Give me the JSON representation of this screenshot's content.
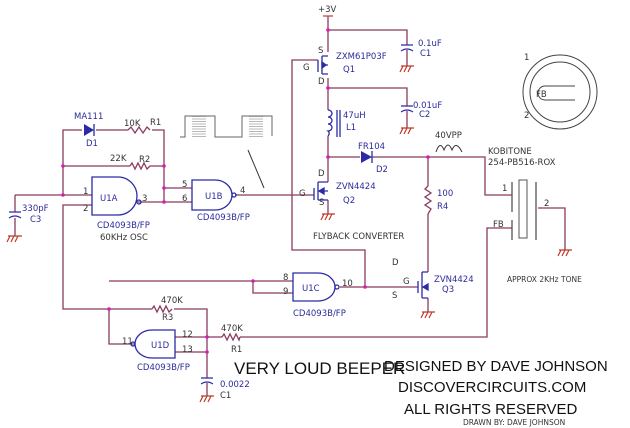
{
  "title": "VERY LOUD BEEPER",
  "credits": {
    "designed_by": "DESIGNED BY DAVE JOHNSON",
    "site": "DISCOVERCIRCUITS.COM",
    "rights": "ALL RIGHTS RESERVED",
    "drawn_by": "DRAWN BY: DAVE JOHNSON"
  },
  "supply": "+3V",
  "components": {
    "d1": {
      "ref": "D1",
      "value": "MA111"
    },
    "r1_osc": {
      "ref": "R1",
      "value": "10K"
    },
    "r2": {
      "ref": "R2",
      "value": "22K"
    },
    "c3": {
      "ref": "C3",
      "value": "330pF"
    },
    "u1a": {
      "ref": "U1A",
      "part": "CD4093B/FP",
      "note": "60KHz OSC",
      "pins": [
        "1",
        "2",
        "3"
      ]
    },
    "u1b": {
      "ref": "U1B",
      "part": "CD4093B/FP",
      "pins": [
        "5",
        "6",
        "4"
      ]
    },
    "u1c": {
      "ref": "U1C",
      "part": "CD4093B/FP",
      "pins": [
        "8",
        "9",
        "10"
      ]
    },
    "u1d": {
      "ref": "U1D",
      "part": "CD4093B/FP",
      "pins": [
        "11",
        "12",
        "13"
      ]
    },
    "q1": {
      "ref": "Q1",
      "part": "ZXM61P03F",
      "g": "G",
      "s": "S",
      "d": "D"
    },
    "q2": {
      "ref": "Q2",
      "part": "ZVN4424",
      "g": "G",
      "s": "S",
      "d": "D"
    },
    "q3": {
      "ref": "Q3",
      "part": "ZVN4424",
      "g": "G",
      "s": "S",
      "d": "D"
    },
    "c1_top": {
      "ref": "C1",
      "value": "0.1uF"
    },
    "c2": {
      "ref": "C2",
      "value": "0.01uF"
    },
    "l1": {
      "ref": "L1",
      "value": "47uH"
    },
    "d2": {
      "ref": "D2",
      "value": "FR104"
    },
    "r4": {
      "ref": "R4",
      "value": "100"
    },
    "r3": {
      "ref": "R3",
      "value": "470K"
    },
    "r1_fb": {
      "ref": "R1",
      "value": "470K"
    },
    "c1_bot": {
      "ref": "C1",
      "value": "0.0022"
    },
    "piezo": {
      "maker": "KOBITONE",
      "part": "254-PB516-ROX",
      "pin1": "1",
      "pin2": "2",
      "fb": "FB",
      "note": "APPROX 2KHz TONE"
    }
  },
  "annotations": {
    "flyback": "FLYBACK CONVERTER",
    "vpp": "40VPP"
  },
  "colors": {
    "wire": "#8a3b5e",
    "component": "#2b2ba8",
    "junction": "#d21fb0",
    "ground": "#c0392b"
  }
}
